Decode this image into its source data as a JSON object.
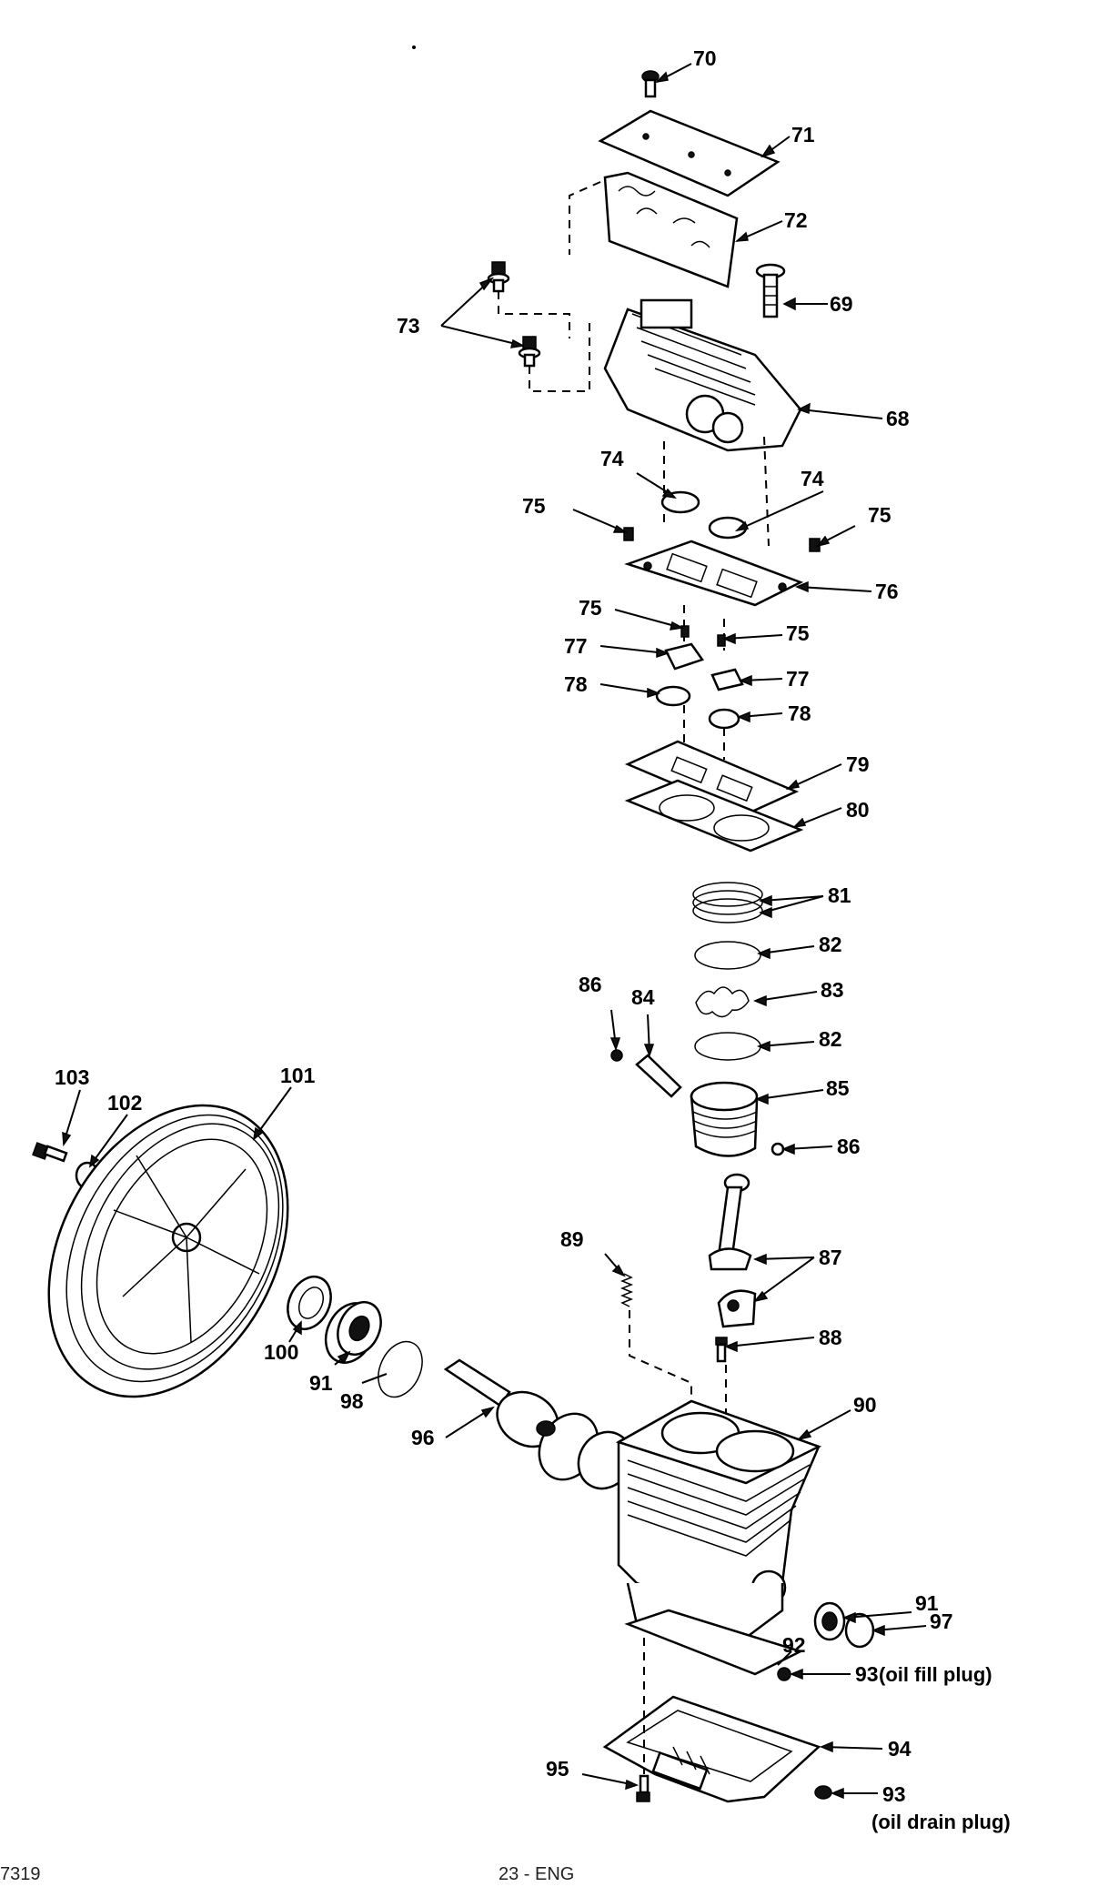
{
  "callouts": {
    "c70": "70",
    "c71": "71",
    "c72": "72",
    "c69": "69",
    "c73": "73",
    "c68": "68",
    "c74a": "74",
    "c74b": "74",
    "c75a": "75",
    "c75b": "75",
    "c76": "76",
    "c75c": "75",
    "c75d": "75",
    "c77a": "77",
    "c77b": "77",
    "c78a": "78",
    "c78b": "78",
    "c79": "79",
    "c80": "80",
    "c81": "81",
    "c82a": "82",
    "c83": "83",
    "c86a": "86",
    "c84": "84",
    "c82b": "82",
    "c85": "85",
    "c86b": "86",
    "c103": "103",
    "c102": "102",
    "c101": "101",
    "c89": "89",
    "c87": "87",
    "c100": "100",
    "c88": "88",
    "c91a": "91",
    "c98": "98",
    "c90": "90",
    "c96": "96",
    "c91b": "91",
    "c97": "97",
    "c92": "92",
    "c93a": "93",
    "c94": "94",
    "c95": "95",
    "c93b": "93"
  },
  "notes": {
    "oil_fill_plug": "(oil fill plug)",
    "oil_drain_plug": "(oil drain plug)"
  },
  "footer": {
    "left": "7319",
    "center": "23 - ENG"
  }
}
